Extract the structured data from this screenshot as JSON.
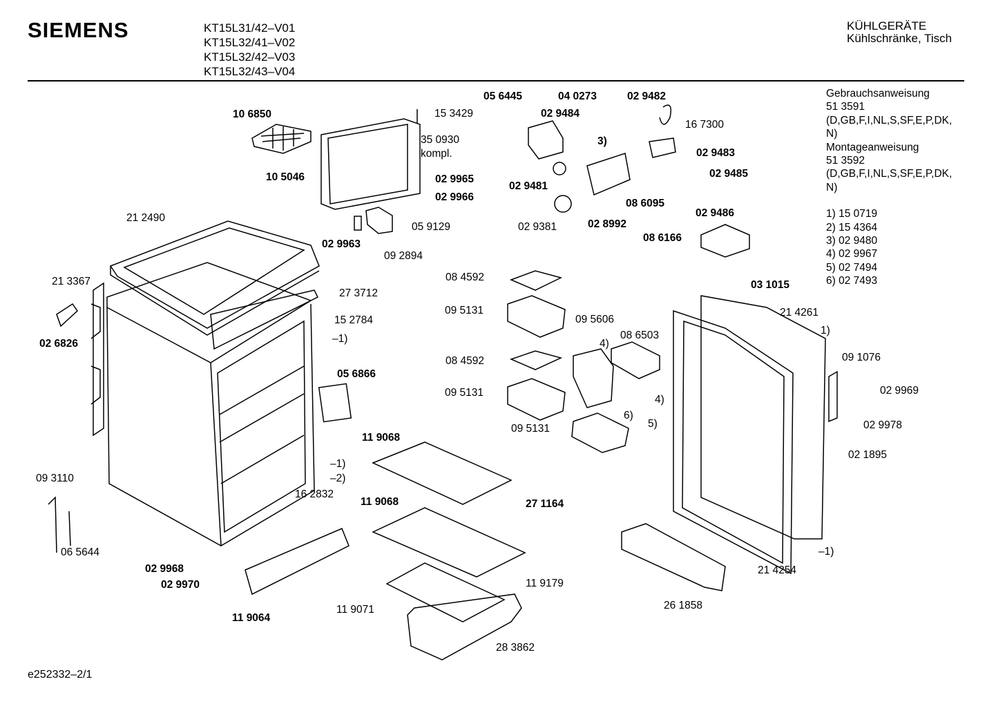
{
  "header": {
    "brand": "SIEMENS",
    "models": [
      "KT15L31/42–V01",
      "KT15L32/41–V02",
      "KT15L32/42–V03",
      "KT15L32/43–V04"
    ],
    "category": "KÜHLGERÄTE",
    "subcategory": "Kühlschränke, Tisch"
  },
  "notes": {
    "lines": [
      "Gebrauchsanweisung",
      "51 3591",
      "(D,GB,F,I,NL,S,SF,E,P,DK,",
      "N)",
      "Montageanweisung",
      "51 3592",
      "(D,GB,F,I,NL,S,SF,E,P,DK,",
      "N)"
    ],
    "footnotes": [
      "1)  15 0719",
      "2)  15 4364",
      "3)  02 9480",
      "4)  02 9967",
      "5)  02 7494",
      "6)  02 7493"
    ]
  },
  "labels": [
    "10 6850",
    "15 3429",
    "35 0930",
    "kompl.",
    "10 5046",
    "02 9965",
    "02 9966",
    "21 2490",
    "05 9129",
    "02 9963",
    "09 2894",
    "05 6445",
    "04 0273",
    "02 9482",
    "02 9484",
    "16 7300",
    "3)",
    "02 9483",
    "02 9485",
    "02 9481",
    "08 6095",
    "02 9486",
    "02 9381",
    "02 8992",
    "08 6166",
    "21 3367",
    "27 3712",
    "08 4592",
    "03 1015",
    "15 2784",
    "09 5131",
    "09 5606",
    "21 4261",
    "1)",
    "08 6503",
    "–1)",
    "02 6826",
    "4)",
    "09 1076",
    "08 4592",
    "05 6866",
    "09 5131",
    "02 9969",
    "4)",
    "6)",
    "5)",
    "02 9978",
    "09 5131",
    "11 9068",
    "02 1895",
    "–1)",
    "–2)",
    "09 3110",
    "11 9068",
    "27 1164",
    "16 2832",
    "06 5644",
    "–1)",
    "02 9968",
    "21 4254",
    "02 9970",
    "11 9179",
    "26 1858",
    "11 9071",
    "11 9064",
    "28 3862"
  ],
  "footer": "e252332–2/1"
}
